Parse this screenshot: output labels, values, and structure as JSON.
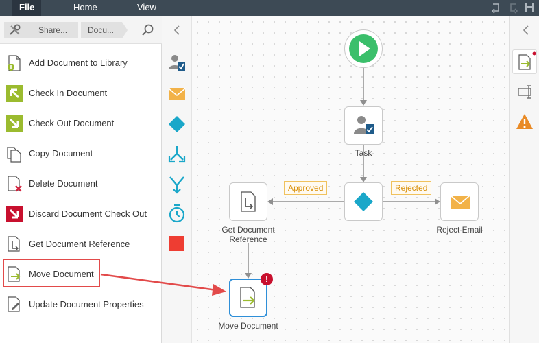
{
  "menubar": {
    "items": [
      "File",
      "Home",
      "View"
    ],
    "active": "File",
    "icons": [
      "undo-icon",
      "redo-icon",
      "save-icon"
    ]
  },
  "breadcrumb": {
    "items": [
      "Share...",
      "Docu..."
    ],
    "icons": [
      "tools-icon",
      "search-icon"
    ]
  },
  "toolbox": {
    "items": [
      {
        "label": "Add Document to Library",
        "icon": "add-document-icon"
      },
      {
        "label": "Check In Document",
        "icon": "check-in-icon"
      },
      {
        "label": "Check Out Document",
        "icon": "check-out-icon"
      },
      {
        "label": "Copy Document",
        "icon": "copy-document-icon"
      },
      {
        "label": "Delete Document",
        "icon": "delete-document-icon"
      },
      {
        "label": "Discard Document Check Out",
        "icon": "discard-checkout-icon"
      },
      {
        "label": "Get Document Reference",
        "icon": "get-reference-icon"
      },
      {
        "label": "Move Document",
        "icon": "move-document-icon"
      },
      {
        "label": "Update Document Properties",
        "icon": "update-properties-icon"
      }
    ],
    "highlighted": "Move Document"
  },
  "shapes": [
    "task-shape-icon",
    "email-shape-icon",
    "decision-shape-icon",
    "split-shape-icon",
    "merge-shape-icon",
    "timer-shape-icon",
    "end-shape-icon"
  ],
  "workflow": {
    "nodes": {
      "start": {
        "label": ""
      },
      "task": {
        "label": "Task"
      },
      "decision": {
        "label": ""
      },
      "get_reference": {
        "label": "Get Document\nReference"
      },
      "reject_email": {
        "label": "Reject Email"
      },
      "move_document": {
        "label": "Move Document",
        "error": "!"
      }
    },
    "branches": {
      "approved": "Approved",
      "rejected": "Rejected"
    }
  },
  "right_panel": {
    "icons": [
      "properties-icon",
      "format-icon",
      "warning-icon"
    ]
  },
  "colors": {
    "menubar": "#3d4a55",
    "start": "#3bbf6b",
    "decision": "#1aa7c9",
    "email": "#f2b248",
    "end": "#ee3d32",
    "highlight": "#e24a4a",
    "selected": "#2f8fd8"
  }
}
